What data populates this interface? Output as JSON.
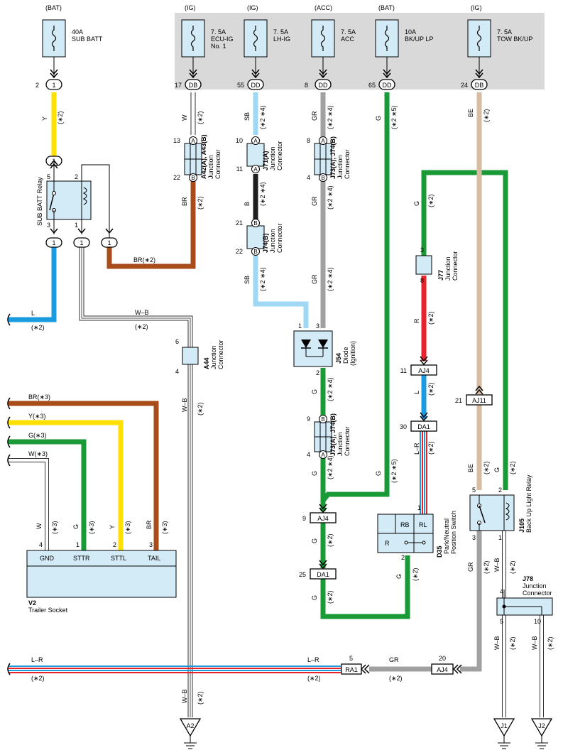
{
  "fuses": [
    {
      "source": "(BAT)",
      "rating": "40A",
      "name": "SUB BATT",
      "pin": "2",
      "conn": "1"
    },
    {
      "source": "(IG)",
      "rating": "7. 5A",
      "name": "ECU-IG",
      "name2": "No. 1",
      "pin": "17",
      "conn": "DB"
    },
    {
      "source": "(IG)",
      "rating": "7. 5A",
      "name": "LH-IG",
      "pin": "55",
      "conn": "DD"
    },
    {
      "source": "(ACC)",
      "rating": "7. 5A",
      "name": "ACC",
      "pin": "8",
      "conn": "DD"
    },
    {
      "source": "(BAT)",
      "rating": "10A",
      "name": "BK/UP LP",
      "pin": "65",
      "conn": "DD"
    },
    {
      "source": "(IG)",
      "rating": "7. 5A",
      "name": "TOW BK/UP",
      "pin": "24",
      "conn": "DB"
    }
  ],
  "wires": {
    "Y": "Y",
    "W": "W",
    "SB": "SB",
    "GR": "GR",
    "G": "G",
    "BE": "BE",
    "B": "B",
    "R": "R",
    "L": "L",
    "LR": "L–R",
    "WB": "W–B",
    "BR": "BR",
    "BRn2": "BR(∗2)",
    "BRn3": "BR(∗3)",
    "Yn3": "Y(∗3)",
    "Gn3": "G(∗3)",
    "Wn3": "W(∗3)",
    "n2": "(∗2)",
    "n3": "(∗3)",
    "n24": "(∗2 ∗4)",
    "n25": "(∗2 ∗5)"
  },
  "relays": {
    "sub_batt": {
      "label": "SUB BATT Relay",
      "pin5": "5",
      "pin2": "2",
      "pin3": "3",
      "pin1": "1",
      "conn": "1"
    },
    "backup": {
      "id": "J105",
      "name": "Back Up Light Relay",
      "pin5": "5",
      "pin2": "2",
      "pin3": "3",
      "pin1": "1"
    }
  },
  "junctions": {
    "a44": {
      "id": "A44",
      "name": "Junction",
      "name2": "Connector",
      "top": "6",
      "bottom": "4"
    },
    "a42": {
      "id": "A42(A), A43(B)",
      "name": "Junction",
      "name2": "Connector",
      "top": "13",
      "bottom": "22",
      "topc": "A",
      "botc": "B"
    },
    "j71": {
      "id": "J71(A)",
      "name": "Junction",
      "name2": "Connector",
      "top": "10",
      "bottom": "11",
      "topc": "A",
      "botc": "A"
    },
    "j74b": {
      "id": "J74(B)",
      "name": "Junction",
      "name2": "Connector",
      "top": "21",
      "bottom": "22",
      "topc": "B",
      "botc": "B"
    },
    "j73a": {
      "id": "J73(A), J74(B)",
      "name": "Junction",
      "name2": "Connector",
      "top": "8",
      "bottom": "4",
      "topc": "A",
      "botc": "B"
    },
    "j73b": {
      "id": "J73(A), J74(B)",
      "name": "Junction",
      "name2": "Connector",
      "top": "9",
      "bottom": "4",
      "topc": "B",
      "botc": "A"
    },
    "j77": {
      "id": "J77",
      "name": "Junction",
      "name2": "Connector",
      "top": "3",
      "bottom": "8"
    },
    "j78": {
      "id": "J78",
      "name": "Junction",
      "name2": "Connector",
      "top": "4",
      "b1": "5",
      "b2": "10"
    }
  },
  "diode": {
    "id": "J54",
    "name": "Diode",
    "name2": "(Ignition)",
    "p1": "1",
    "p3": "3",
    "p2": "2"
  },
  "switch": {
    "id": "D35",
    "name": "Park/Neutral",
    "name2": "Position Switch",
    "rb": "RB",
    "rl": "RL",
    "r": "R",
    "p1": "1",
    "p2": "2"
  },
  "socket": {
    "id": "V2",
    "name": "Trailer Socket",
    "gnd": "GND",
    "sttr": "STTR",
    "sttl": "STTL",
    "tail": "TAIL",
    "p4": "4",
    "p1": "1",
    "p2": "2",
    "p3": "3"
  },
  "inline": {
    "aj4a": {
      "pin": "11",
      "conn": "AJ4"
    },
    "da1a": {
      "pin": "30",
      "conn": "DA1"
    },
    "aj11": {
      "pin": "21",
      "conn": "AJ11"
    },
    "aj4b": {
      "pin": "9",
      "conn": "AJ4"
    },
    "da1b": {
      "pin": "25",
      "conn": "DA1"
    },
    "ra1": {
      "pin": "5",
      "conn": "RA1"
    },
    "aj4c": {
      "pin": "20",
      "conn": "AJ4"
    }
  },
  "grounds": {
    "a2": "A2",
    "j1": "J1",
    "j2": "J2"
  },
  "colors": {
    "yellow": "#ffe000",
    "blue": "#1a9be0",
    "brown": "#a84c1c",
    "lightblue": "#9fd8f2",
    "gray": "#a0a0a0",
    "green": "#1a9a36",
    "beige": "#d6bca2",
    "red": "#e8232e",
    "black": "#1e1e1e",
    "box": "#d3eaf7",
    "fusebar": "#d9d9d9"
  }
}
